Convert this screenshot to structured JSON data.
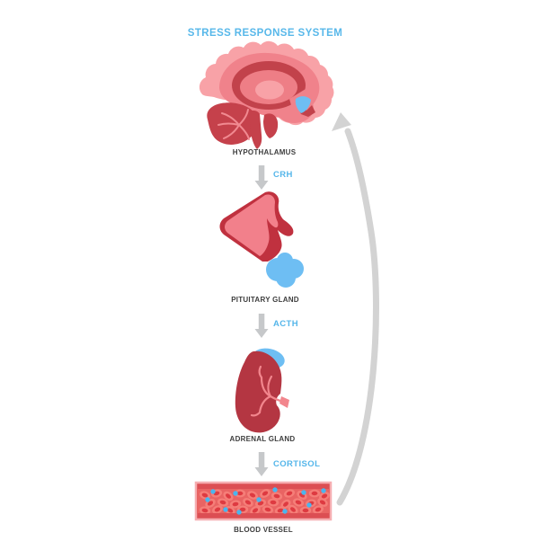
{
  "title": "STRESS RESPONSE SYSTEM",
  "organs": [
    {
      "id": "hypothalamus",
      "label": "HYPOTHALAMUS"
    },
    {
      "id": "pituitary-gland",
      "label": "PITUITARY GLAND"
    },
    {
      "id": "adrenal-gland",
      "label": "ADRENAL GLAND"
    },
    {
      "id": "blood-vessel",
      "label": "BLOOD VESSEL"
    }
  ],
  "hormones": [
    {
      "id": "crh",
      "label": "CRH"
    },
    {
      "id": "acth",
      "label": "ACTH"
    },
    {
      "id": "cortisol",
      "label": "CORTISOL"
    }
  ],
  "icons": [
    {
      "name": "down-arrow-icon",
      "meaning": "hormone release step",
      "count": 3
    },
    {
      "name": "curved-feedback-arrow-icon",
      "meaning": "feedback from blood vessel to hypothalamus",
      "count": 1
    }
  ],
  "palette": {
    "accent_blue_text": "#58b8ea",
    "label_gray": "#3e3e3e",
    "cortex_pink": "#f8a2a7",
    "mid_pink": "#f0828b",
    "dark_red": "#c2424b",
    "organ_red": "#b43642",
    "vessel_wall_red": "#dc4e53",
    "vessel_lumen_red": "#e96463",
    "rbc_red": "#f57e78",
    "gland_blue": "#6ebef3",
    "arrow_gray": "#c7c7c7"
  }
}
